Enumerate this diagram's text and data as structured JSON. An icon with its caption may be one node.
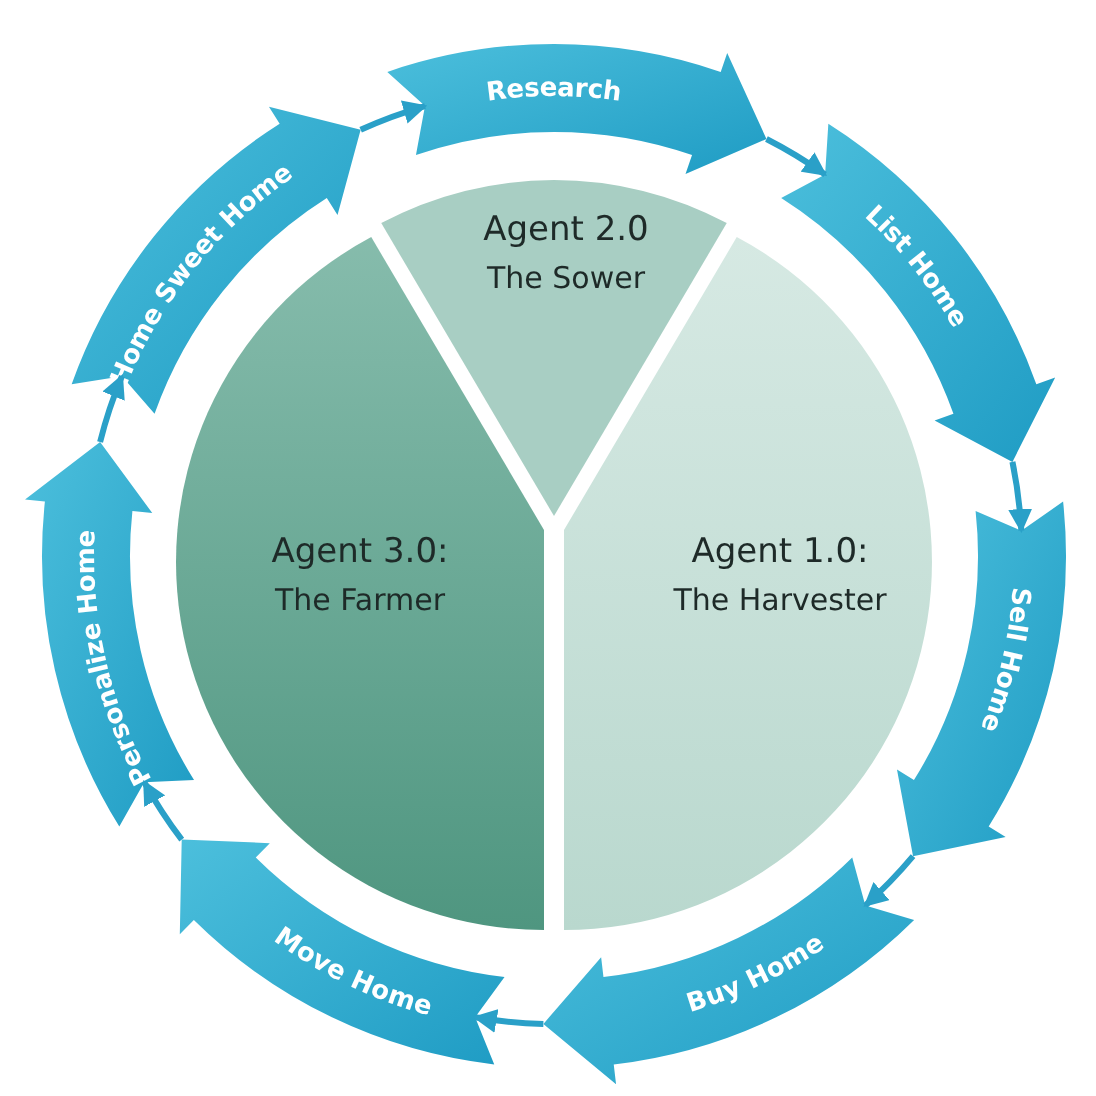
{
  "diagram": {
    "nodes": [
      {
        "text": [
          "Research"
        ]
      },
      {
        "text": [
          "List Home"
        ]
      },
      {
        "text": [
          "Sell Home"
        ]
      },
      {
        "text": [
          "Buy Home"
        ]
      },
      {
        "text": [
          "Move Home"
        ]
      },
      {
        "text": [
          "Personalize Home"
        ]
      },
      {
        "text": [
          "Home Sweet Home"
        ]
      },
      {
        "text": [
          "Agent 2.0",
          "The Sower"
        ]
      },
      {
        "text": [
          "Agent 3.0:",
          "The Farmer"
        ]
      },
      {
        "text": [
          "Agent 1.0:",
          "The Harvester"
        ]
      }
    ],
    "edges": [
      {
        "from": 0,
        "to": 1,
        "arrow": "to"
      },
      {
        "from": 1,
        "to": 2,
        "arrow": "to"
      },
      {
        "from": 2,
        "to": 3,
        "arrow": "to"
      },
      {
        "from": 3,
        "to": 4,
        "arrow": "to"
      },
      {
        "from": 4,
        "to": 5,
        "arrow": "to"
      },
      {
        "from": 5,
        "to": 6,
        "arrow": "to"
      },
      {
        "from": 6,
        "to": 0,
        "arrow": "to"
      }
    ]
  }
}
